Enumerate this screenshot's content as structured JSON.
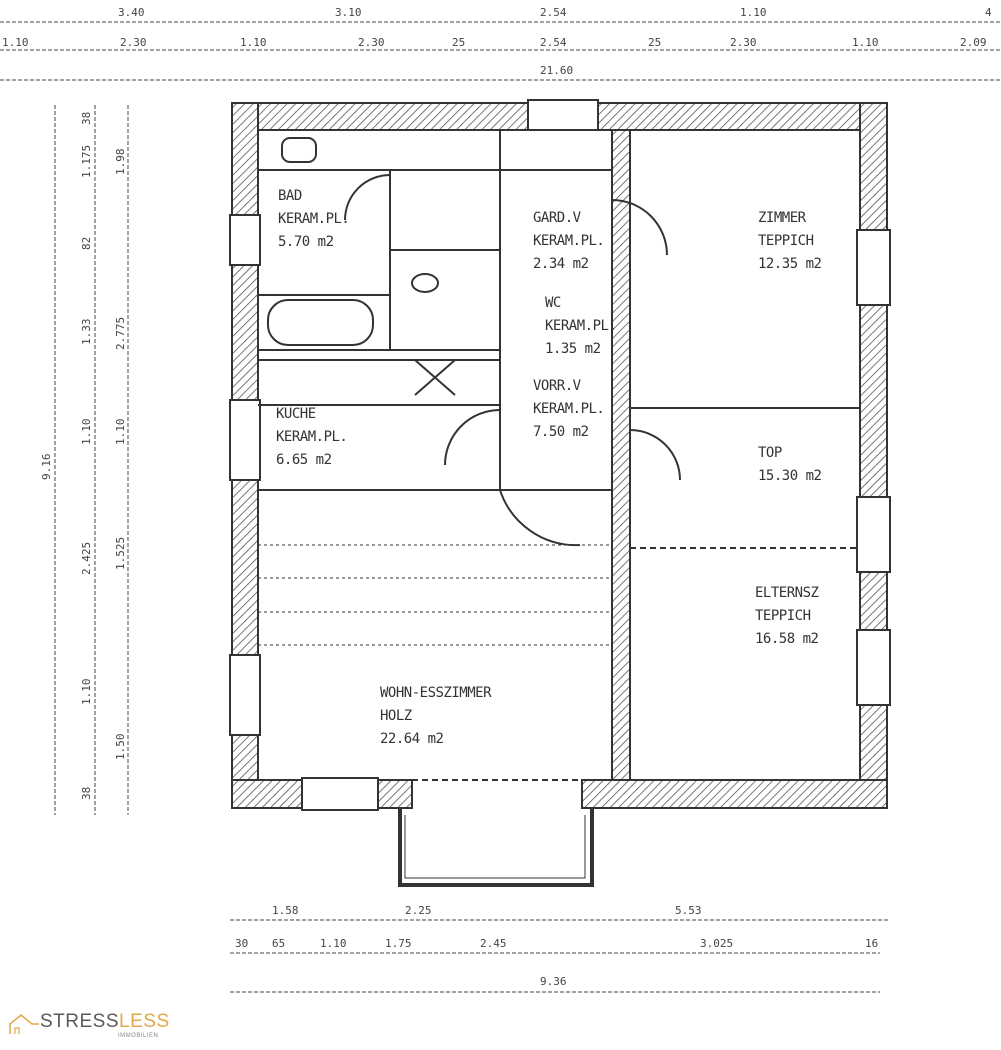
{
  "rooms": [
    {
      "name": "BAD",
      "floor": "KERAM.PL.",
      "area": "5.70 m2"
    },
    {
      "name": "GARD.V",
      "floor": "KERAM.PL.",
      "area": "2.34 m2"
    },
    {
      "name": "WC",
      "floor": "KERAM.PL.",
      "area": "1.35 m2"
    },
    {
      "name": "VORR.V",
      "floor": "KERAM.PL.",
      "area": "7.50 m2"
    },
    {
      "name": "KÜCHE",
      "floor": "KERAM.PL.",
      "area": "6.65 m2"
    },
    {
      "name": "ZIMMER",
      "floor": "TEPPICH",
      "area": "12.35 m2"
    },
    {
      "name": "TOP",
      "floor": "",
      "area": "15.30 m2"
    },
    {
      "name": "ELTERNSZ",
      "floor": "TEPPICH",
      "area": "16.58 m2"
    },
    {
      "name": "WOHN-ESSZIMMER",
      "floor": "HOLZ",
      "area": "22.64 m2"
    }
  ],
  "dimensions": {
    "top_row1": [
      "3.40",
      "3.10",
      "2.54",
      "1.10",
      "4"
    ],
    "top_row2": [
      "1.10",
      "2.30",
      "1.10",
      "2.30",
      "25",
      "2.54",
      "25",
      "2.30",
      "1.10",
      "2.09"
    ],
    "top_total": "21.60",
    "left_outer": [
      "38",
      "1.175",
      "82",
      "1.33",
      "1.10",
      "2.425",
      "1.10",
      "38"
    ],
    "left_inner": [
      "1.98",
      "2.775",
      "1.10",
      "1.525",
      "1.50"
    ],
    "left_total": "9.16",
    "bottom_row1": [
      "1.58",
      "2.25",
      "5.53"
    ],
    "bottom_row2": [
      "30",
      "65",
      "1.10",
      "1.75",
      "2.45",
      "3.025",
      "16"
    ],
    "bottom_total": "9.36"
  },
  "logo": {
    "text_a": "STRESS",
    "text_b": "LESS",
    "subtitle": "IMMOBILIEN"
  },
  "colors": {
    "line": "#333333",
    "logo_gray": "#5a5a5a",
    "logo_orange": "#e2a84a"
  }
}
